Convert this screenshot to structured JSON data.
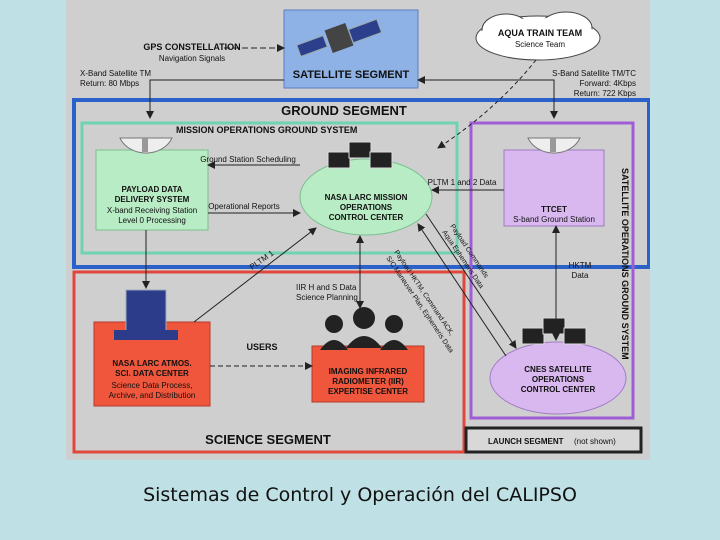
{
  "diagram": {
    "gps": {
      "title": "GPS CONSTELLATION",
      "sub": "Navigation Signals"
    },
    "satellite_segment": "SATELLITE SEGMENT",
    "aqua": {
      "title": "AQUA TRAIN TEAM",
      "sub": "Science Team"
    },
    "xband": {
      "line1": "X-Band Satellite TM",
      "line2": "Return: 80 Mbps"
    },
    "sband": {
      "line1": "S-Band Satellite TM/TC",
      "line2": "Forward: 4Kbps",
      "line3": "Return: 722 Kbps"
    },
    "ground_segment": "GROUND SEGMENT",
    "mission_ops": "MISSION OPERATIONS GROUND SYSTEM",
    "satellite_ops": "SATELLITE OPERATIONS GROUND SYSTEM",
    "payload": {
      "title1": "PAYLOAD DATA",
      "title2": "DELIVERY SYSTEM",
      "line1": "X-band Receiving Station",
      "line2": "Level 0 Processing"
    },
    "larc_moc": {
      "line1": "NASA LARC MISSION",
      "line2": "OPERATIONS",
      "line3": "CONTROL CENTER"
    },
    "ttcet": {
      "title": "TTCET",
      "sub": "S-band Ground Station"
    },
    "ground_station_scheduling": "Ground Station Scheduling",
    "operational_reports": "Operational Reports",
    "pltm_12": "PLTM 1 and 2 Data",
    "pltm_1": "PLTM 1",
    "payload_commands": {
      "line1": "Payload Commands",
      "line2": "Aqua Ephemeris Data"
    },
    "payload_hktm": {
      "line1": "Payload HKTM, Command ACK,",
      "line2": "S/C Maneuver Plan, Ephemeris Data"
    },
    "hktm": {
      "line1": "HKTM",
      "line2": "Data"
    },
    "iir_data": {
      "line1": "IIR H and S Data",
      "line2": "Science Planning"
    },
    "larc_atmos": {
      "title1": "NASA LARC ATMOS.",
      "title2": "SCI. DATA CENTER",
      "line1": "Science Data Process,",
      "line2": "Archive, and Distribution"
    },
    "users": "USERS",
    "iir": {
      "line1": "IMAGING INFRARED",
      "line2": "RADIOMETER (IIR)",
      "line3": "EXPERTISE CENTER"
    },
    "cnes": {
      "line1": "CNES SATELLITE",
      "line2": "OPERATIONS",
      "line3": "CONTROL CENTER"
    },
    "science_segment": "SCIENCE SEGMENT",
    "launch": {
      "title": "LAUNCH SEGMENT",
      "note": "(not shown)"
    }
  },
  "caption": "Sistemas de Control y Operación  del CALIPSO",
  "colors": {
    "ground_border": "#2a62c9",
    "mission_border": "#6fd3b0",
    "satellite_ops_border": "#a05cd6",
    "science_border": "#e0463c",
    "payload_box": "#b8ecc4",
    "ttcet_box": "#d9b8ef",
    "iir_box": "#f0563c",
    "atmos_box": "#f0563c"
  }
}
